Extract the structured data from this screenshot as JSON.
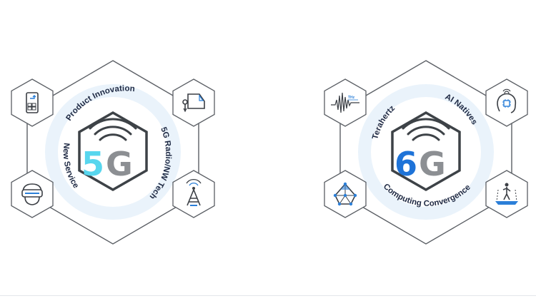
{
  "diagrams": [
    {
      "id": "5g",
      "badge_left": "5",
      "badge_right": "G",
      "labels": {
        "top": "Product Innovation",
        "left": "New Service",
        "right": "5G Radio/NW Tech"
      },
      "icons": [
        "phone-icon",
        "vehicle-icon",
        "vr-headset-icon",
        "antenna-tower-icon"
      ]
    },
    {
      "id": "6g",
      "badge_left": "6",
      "badge_right": "G",
      "labels": {
        "top_left": "Terahertz",
        "top_right": "AI Natives",
        "bottom": "Computing Convergence"
      },
      "icons": [
        "terahertz-wave-icon",
        "ai-chip-icon",
        "network-cube-icon",
        "hologram-person-icon"
      ],
      "thz_tag": "THz"
    }
  ],
  "colors": {
    "outline": "#5a5e64",
    "ring": "#e9f3fb",
    "accent_5g": "#57d6ee",
    "accent_6g": "#1e73d8",
    "gray_letter": "#8c8f93"
  }
}
